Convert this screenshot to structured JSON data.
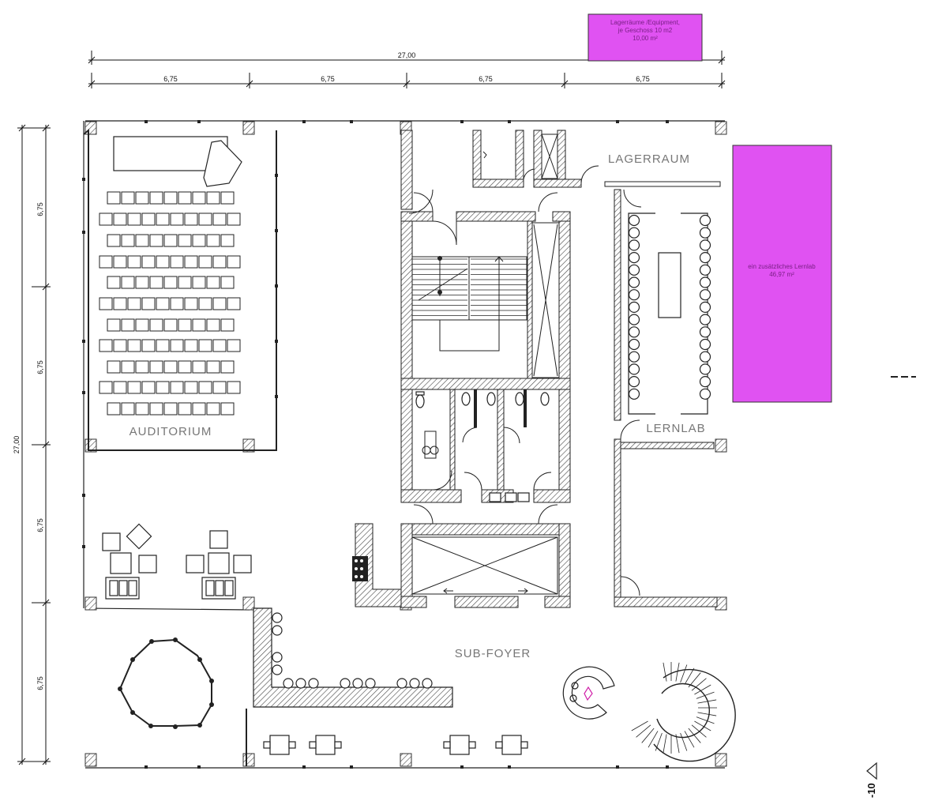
{
  "dimensions": {
    "total": "27,00",
    "segments": [
      "6,75",
      "6,75",
      "6,75",
      "6,75"
    ],
    "left_total": "27,00",
    "left_segments": [
      "6,75",
      "6,75",
      "6,75",
      "6,75"
    ]
  },
  "rooms": {
    "auditorium": "AUDITORIUM",
    "lagerraum": "LAGERRAUM",
    "lernlab": "LERNLAB",
    "subfoyer": "SUB-FOYER"
  },
  "annotations": {
    "storage_note": [
      "Lagerräume /Equipment,",
      "je Geschoss 10 m2",
      "10,00 m²"
    ],
    "lernlab_note": [
      "ein zusätzliches Lernlab",
      "46,97 m²"
    ]
  },
  "level_marker": "-10",
  "colors": {
    "highlight": "#e052f2",
    "wall": "#222222",
    "hatch": "#555555"
  }
}
